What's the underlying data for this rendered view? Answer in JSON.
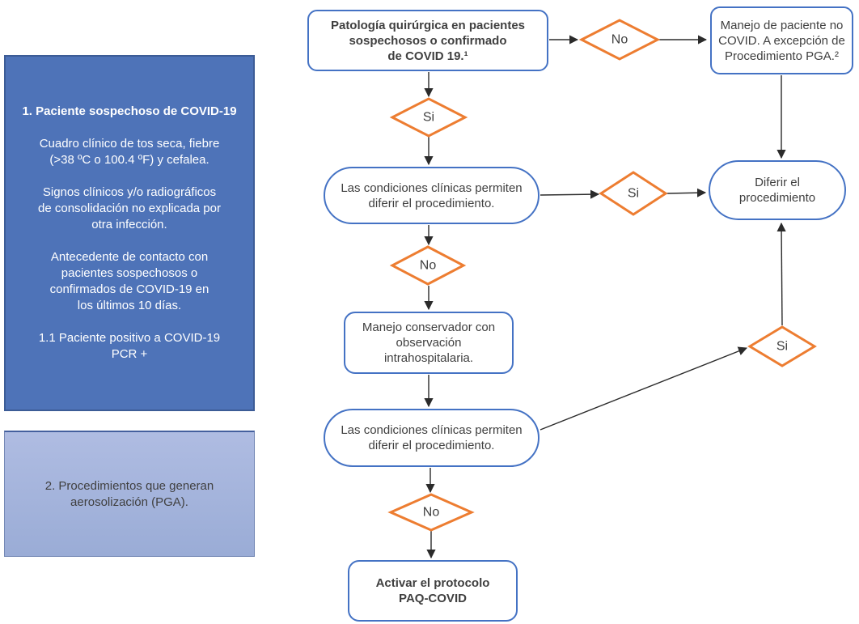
{
  "flowchart": {
    "patologia": {
      "lines": [
        "Patología quirúrgica en pacientes",
        "sospechosos o confirmado",
        "de COVID 19.¹"
      ]
    },
    "manejo_no_covid": {
      "lines": [
        "Manejo de paciente no",
        "COVID. A excepción de",
        "Procedimiento PGA.²"
      ]
    },
    "condiciones_1": {
      "lines": [
        "Las condiciones clínicas permiten",
        "diferir el procedimiento."
      ]
    },
    "diferir": {
      "lines": [
        "Diferir el",
        "procedimiento"
      ]
    },
    "manejo_conservador": {
      "lines": [
        "Manejo conservador con",
        "observación",
        "intrahospitalaria."
      ]
    },
    "condiciones_2": {
      "lines": [
        "Las condiciones clínicas permiten",
        "diferir el procedimiento."
      ]
    },
    "activar": {
      "lines": [
        "Activar el protocolo",
        "PAQ-COVID"
      ]
    },
    "decisions": {
      "no_1": "No",
      "si_1": "Si",
      "si_2": "Si",
      "no_2": "No",
      "si_3": "Si",
      "no_3": "No"
    }
  },
  "panels": {
    "note1": {
      "heading": "1. Paciente sospechoso de COVID-19",
      "paragraphs": [
        [
          "Cuadro clínico de tos seca, fiebre",
          "(>38 ºC o 100.4 ºF) y cefalea."
        ],
        [
          "Signos clínicos y/o radiográficos",
          "de consolidación no explicada por",
          "otra infección."
        ],
        [
          "Antecedente de contacto con",
          "pacientes sospechosos o",
          "confirmados de COVID-19 en",
          "los últimos 10 días."
        ],
        [
          "1.1 Paciente positivo a COVID-19",
          "PCR +"
        ]
      ]
    },
    "note2": {
      "lines": [
        "2. Procedimientos que generan",
        "aerosolización (PGA)."
      ]
    }
  },
  "colors": {
    "box_border": "#4472C4",
    "diamond_border": "#ED7D31",
    "panel1_bg": "#4E73B8",
    "panel1_border": "#3C5C96",
    "panel2_bg_top": "#AFBCE2",
    "panel2_bg_bottom": "#9AACD6",
    "panel2_border": "#7387B4",
    "text": "#404040",
    "arrow": "#2B2B2B"
  }
}
